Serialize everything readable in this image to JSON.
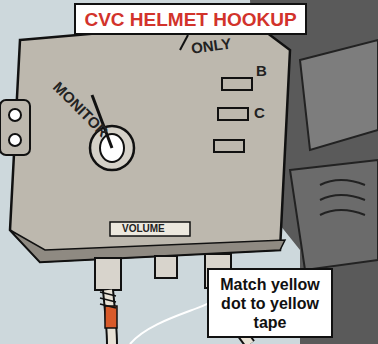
{
  "diagram": {
    "title": "CVC HELMET HOOKUP",
    "nodes": [
      {
        "text": [
          "Match yellow dot to yellow tape"
        ]
      }
    ],
    "labels": [
      "MONITOR",
      "ONLY",
      "B",
      "C",
      "VOLUME"
    ]
  }
}
